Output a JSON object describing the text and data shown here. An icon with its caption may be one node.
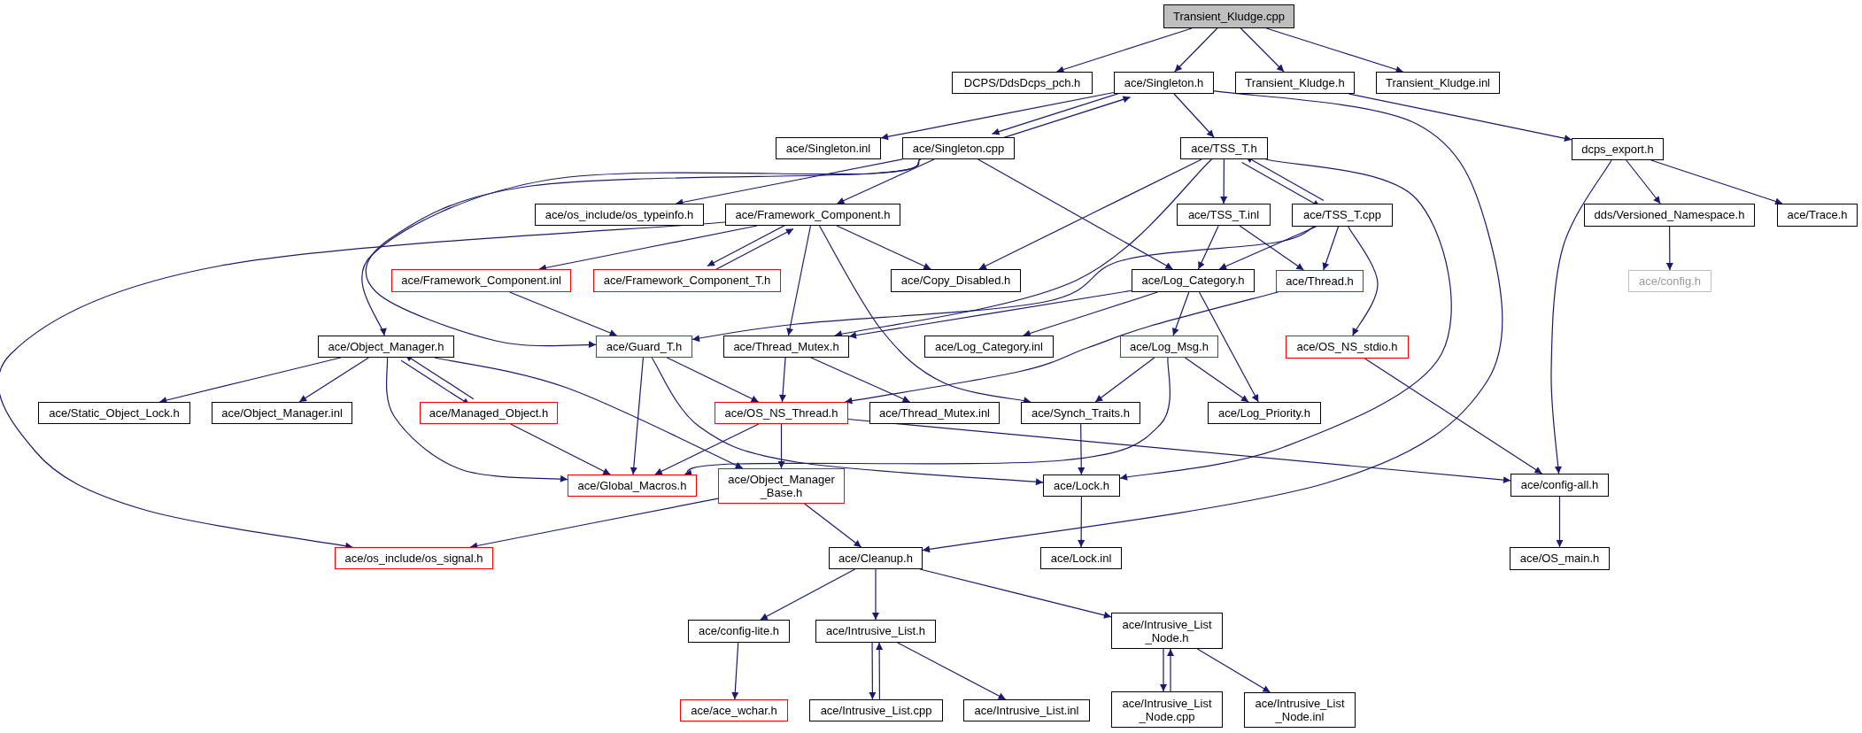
{
  "diagram": {
    "nodes": [
      {
        "text": [
          "Transient_Kludge.cpp"
        ]
      },
      {
        "text": [
          "DCPS/DdsDcps_pch.h"
        ]
      },
      {
        "text": [
          "ace/Singleton.h"
        ]
      },
      {
        "text": [
          "Transient_Kludge.h"
        ]
      },
      {
        "text": [
          "Transient_Kludge.inl"
        ]
      },
      {
        "text": [
          "ace/Singleton.inl"
        ]
      },
      {
        "text": [
          "ace/Singleton.cpp"
        ]
      },
      {
        "text": [
          "ace/TSS_T.h"
        ]
      },
      {
        "text": [
          "dcps_export.h"
        ]
      },
      {
        "text": [
          "ace/os_include/os_typeinfo.h"
        ]
      },
      {
        "text": [
          "ace/Framework_Component.h"
        ]
      },
      {
        "text": [
          "ace/TSS_T.inl"
        ]
      },
      {
        "text": [
          "ace/TSS_T.cpp"
        ]
      },
      {
        "text": [
          "dds/Versioned_Namespace.h"
        ]
      },
      {
        "text": [
          "ace/Trace.h"
        ]
      },
      {
        "text": [
          "ace/Framework_Component.inl"
        ]
      },
      {
        "text": [
          "ace/Framework_Component_T.h"
        ]
      },
      {
        "text": [
          "ace/Copy_Disabled.h"
        ]
      },
      {
        "text": [
          "ace/Log_Category.h"
        ]
      },
      {
        "text": [
          "ace/Thread.h"
        ]
      },
      {
        "text": [
          "ace/config.h"
        ]
      },
      {
        "text": [
          "ace/Object_Manager.h"
        ]
      },
      {
        "text": [
          "ace/Guard_T.h"
        ]
      },
      {
        "text": [
          "ace/Thread_Mutex.h"
        ]
      },
      {
        "text": [
          "ace/Log_Category.inl"
        ]
      },
      {
        "text": [
          "ace/Log_Msg.h"
        ]
      },
      {
        "text": [
          "ace/OS_NS_stdio.h"
        ]
      },
      {
        "text": [
          "ace/Static_Object_Lock.h"
        ]
      },
      {
        "text": [
          "ace/Object_Manager.inl"
        ]
      },
      {
        "text": [
          "ace/Managed_Object.h"
        ]
      },
      {
        "text": [
          "ace/OS_NS_Thread.h"
        ]
      },
      {
        "text": [
          "ace/Thread_Mutex.inl"
        ]
      },
      {
        "text": [
          "ace/Synch_Traits.h"
        ]
      },
      {
        "text": [
          "ace/Log_Priority.h"
        ]
      },
      {
        "text": [
          "ace/Global_Macros.h"
        ]
      },
      {
        "text": [
          "ace/Object_Manager _Base.h"
        ]
      },
      {
        "text": [
          "ace/Lock.h"
        ]
      },
      {
        "text": [
          "ace/config-all.h"
        ]
      },
      {
        "text": [
          "ace/os_include/os_signal.h"
        ]
      },
      {
        "text": [
          "ace/Cleanup.h"
        ]
      },
      {
        "text": [
          "ace/Lock.inl"
        ]
      },
      {
        "text": [
          "ace/OS_main.h"
        ]
      },
      {
        "text": [
          "ace/config-lite.h"
        ]
      },
      {
        "text": [
          "ace/Intrusive_List.h"
        ]
      },
      {
        "text": [
          "ace/Intrusive_List _Node.h"
        ]
      },
      {
        "text": [
          "ace/ace_wchar.h"
        ]
      },
      {
        "text": [
          "ace/Intrusive_List.cpp"
        ]
      },
      {
        "text": [
          "ace/Intrusive_List.inl"
        ]
      },
      {
        "text": [
          "ace/Intrusive_List _Node.cpp"
        ]
      },
      {
        "text": [
          "ace/Intrusive_List _Node.inl"
        ]
      }
    ],
    "edges": [
      {
        "from": 0,
        "to": 1,
        "arrow": "to"
      },
      {
        "from": 0,
        "to": 2,
        "arrow": "to"
      },
      {
        "from": 0,
        "to": 3,
        "arrow": "to"
      },
      {
        "from": 0,
        "to": 4,
        "arrow": "to"
      },
      {
        "from": 2,
        "to": 5,
        "arrow": "to"
      },
      {
        "from": 2,
        "to": 6,
        "arrow": "to"
      },
      {
        "from": 6,
        "to": 2,
        "arrow": "to"
      },
      {
        "from": 2,
        "to": 7,
        "arrow": "to"
      },
      {
        "from": 2,
        "to": 39,
        "arrow": "to"
      },
      {
        "from": 3,
        "to": 8,
        "arrow": "to"
      },
      {
        "from": 6,
        "to": 9,
        "arrow": "to"
      },
      {
        "from": 6,
        "to": 10,
        "arrow": "to"
      },
      {
        "from": 6,
        "to": 18,
        "arrow": "to"
      },
      {
        "from": 6,
        "to": 21,
        "arrow": "to"
      },
      {
        "from": 6,
        "to": 22,
        "arrow": "to"
      },
      {
        "from": 7,
        "to": 17,
        "arrow": "to"
      },
      {
        "from": 7,
        "to": 23,
        "arrow": "to"
      },
      {
        "from": 7,
        "to": 11,
        "arrow": "to"
      },
      {
        "from": 7,
        "to": 12,
        "arrow": "to"
      },
      {
        "from": 12,
        "to": 7,
        "arrow": "to"
      },
      {
        "from": 7,
        "to": 36,
        "arrow": "to"
      },
      {
        "from": 8,
        "to": 37,
        "arrow": "to"
      },
      {
        "from": 8,
        "to": 13,
        "arrow": "to"
      },
      {
        "from": 8,
        "to": 14,
        "arrow": "to"
      },
      {
        "from": 10,
        "to": 38,
        "arrow": "to"
      },
      {
        "from": 10,
        "to": 15,
        "arrow": "to"
      },
      {
        "from": 10,
        "to": 16,
        "arrow": "to"
      },
      {
        "from": 16,
        "to": 10,
        "arrow": "to"
      },
      {
        "from": 10,
        "to": 17,
        "arrow": "to"
      },
      {
        "from": 10,
        "to": 23,
        "arrow": "to"
      },
      {
        "from": 10,
        "to": 32,
        "arrow": "to"
      },
      {
        "from": 11,
        "to": 18,
        "arrow": "to"
      },
      {
        "from": 11,
        "to": 19,
        "arrow": "to"
      },
      {
        "from": 12,
        "to": 18,
        "arrow": "to"
      },
      {
        "from": 12,
        "to": 19,
        "arrow": "to"
      },
      {
        "from": 12,
        "to": 26,
        "arrow": "to"
      },
      {
        "from": 12,
        "to": 22,
        "arrow": "to"
      },
      {
        "from": 13,
        "to": 20,
        "arrow": "to"
      },
      {
        "from": 15,
        "to": 22,
        "arrow": "to"
      },
      {
        "from": 18,
        "to": 23,
        "arrow": "to"
      },
      {
        "from": 18,
        "to": 24,
        "arrow": "to"
      },
      {
        "from": 18,
        "to": 25,
        "arrow": "to"
      },
      {
        "from": 18,
        "to": 33,
        "arrow": "to"
      },
      {
        "from": 19,
        "to": 30,
        "arrow": "to"
      },
      {
        "from": 21,
        "to": 27,
        "arrow": "to"
      },
      {
        "from": 21,
        "to": 28,
        "arrow": "to"
      },
      {
        "from": 21,
        "to": 29,
        "arrow": "to"
      },
      {
        "from": 29,
        "to": 21,
        "arrow": "to"
      },
      {
        "from": 21,
        "to": 34,
        "arrow": "to"
      },
      {
        "from": 21,
        "to": 35,
        "arrow": "to"
      },
      {
        "from": 22,
        "to": 34,
        "arrow": "to"
      },
      {
        "from": 22,
        "to": 30,
        "arrow": "to"
      },
      {
        "from": 22,
        "to": 36,
        "arrow": "to"
      },
      {
        "from": 23,
        "to": 30,
        "arrow": "to"
      },
      {
        "from": 23,
        "to": 31,
        "arrow": "to"
      },
      {
        "from": 25,
        "to": 32,
        "arrow": "to"
      },
      {
        "from": 25,
        "to": 33,
        "arrow": "to"
      },
      {
        "from": 25,
        "to": 34,
        "arrow": "to"
      },
      {
        "from": 26,
        "to": 37,
        "arrow": "to"
      },
      {
        "from": 29,
        "to": 34,
        "arrow": "to"
      },
      {
        "from": 30,
        "to": 34,
        "arrow": "to"
      },
      {
        "from": 30,
        "to": 35,
        "arrow": "to"
      },
      {
        "from": 30,
        "to": 37,
        "arrow": "to"
      },
      {
        "from": 32,
        "to": 36,
        "arrow": "to"
      },
      {
        "from": 35,
        "to": 38,
        "arrow": "to"
      },
      {
        "from": 35,
        "to": 39,
        "arrow": "to"
      },
      {
        "from": 36,
        "to": 40,
        "arrow": "to"
      },
      {
        "from": 37,
        "to": 41,
        "arrow": "to"
      },
      {
        "from": 39,
        "to": 42,
        "arrow": "to"
      },
      {
        "from": 39,
        "to": 43,
        "arrow": "to"
      },
      {
        "from": 39,
        "to": 44,
        "arrow": "to"
      },
      {
        "from": 42,
        "to": 45,
        "arrow": "to"
      },
      {
        "from": 43,
        "to": 46,
        "arrow": "to"
      },
      {
        "from": 46,
        "to": 43,
        "arrow": "to"
      },
      {
        "from": 43,
        "to": 47,
        "arrow": "to"
      },
      {
        "from": 44,
        "to": 48,
        "arrow": "to"
      },
      {
        "from": 48,
        "to": 44,
        "arrow": "to"
      },
      {
        "from": 44,
        "to": 49,
        "arrow": "to"
      }
    ]
  }
}
